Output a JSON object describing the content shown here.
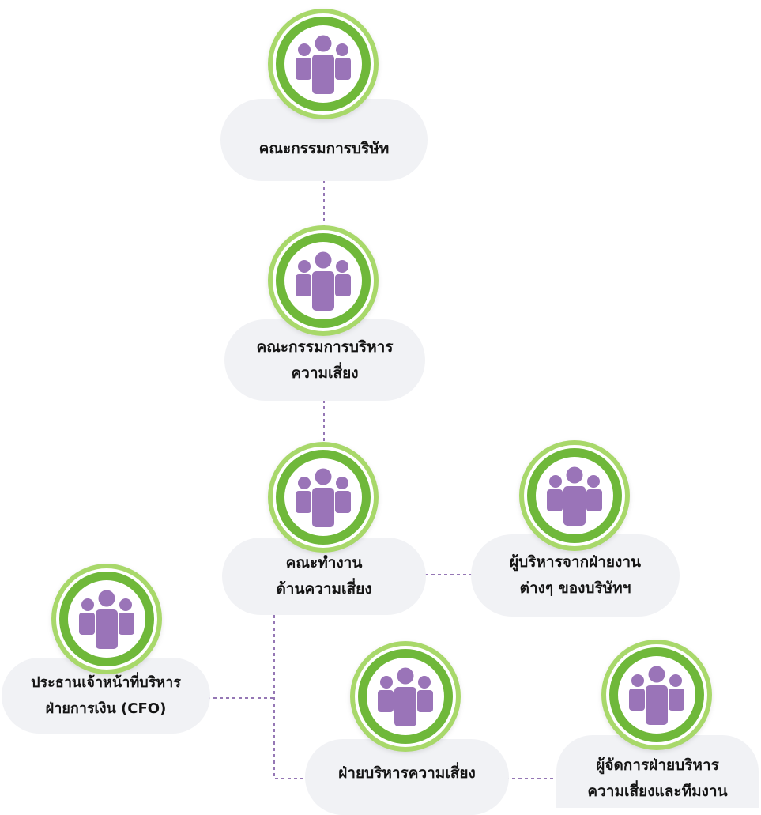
{
  "colors": {
    "ring_outer": "#a8d86a",
    "ring_inner": "#6fb83a",
    "icon": "#9a74b8",
    "pill_bg": "#f1f2f5",
    "connector": "#9577b5",
    "text": "#141414"
  },
  "icon_name": "people-group-icon",
  "nodes": {
    "board": {
      "label": "คณะกรรมการบริษัท"
    },
    "risk_committee": {
      "label": "คณะกรรมการบริหาร\nความเสี่ยง"
    },
    "risk_working_group": {
      "label": "คณะทำงาน\nด้านความเสี่ยง"
    },
    "department_executives": {
      "label": "ผู้บริหารจากฝ่ายงาน\nต่างๆ ของบริษัทฯ"
    },
    "cfo": {
      "label": "ประธานเจ้าหน้าที่บริหาร\nฝ่ายการเงิน (CFO)"
    },
    "risk_management_dept": {
      "label": "ฝ่ายบริหารความเสี่ยง"
    },
    "risk_dept_manager": {
      "label": "ผู้จัดการฝ่ายบริหาร\nความเสี่ยงและทีมงาน"
    }
  }
}
